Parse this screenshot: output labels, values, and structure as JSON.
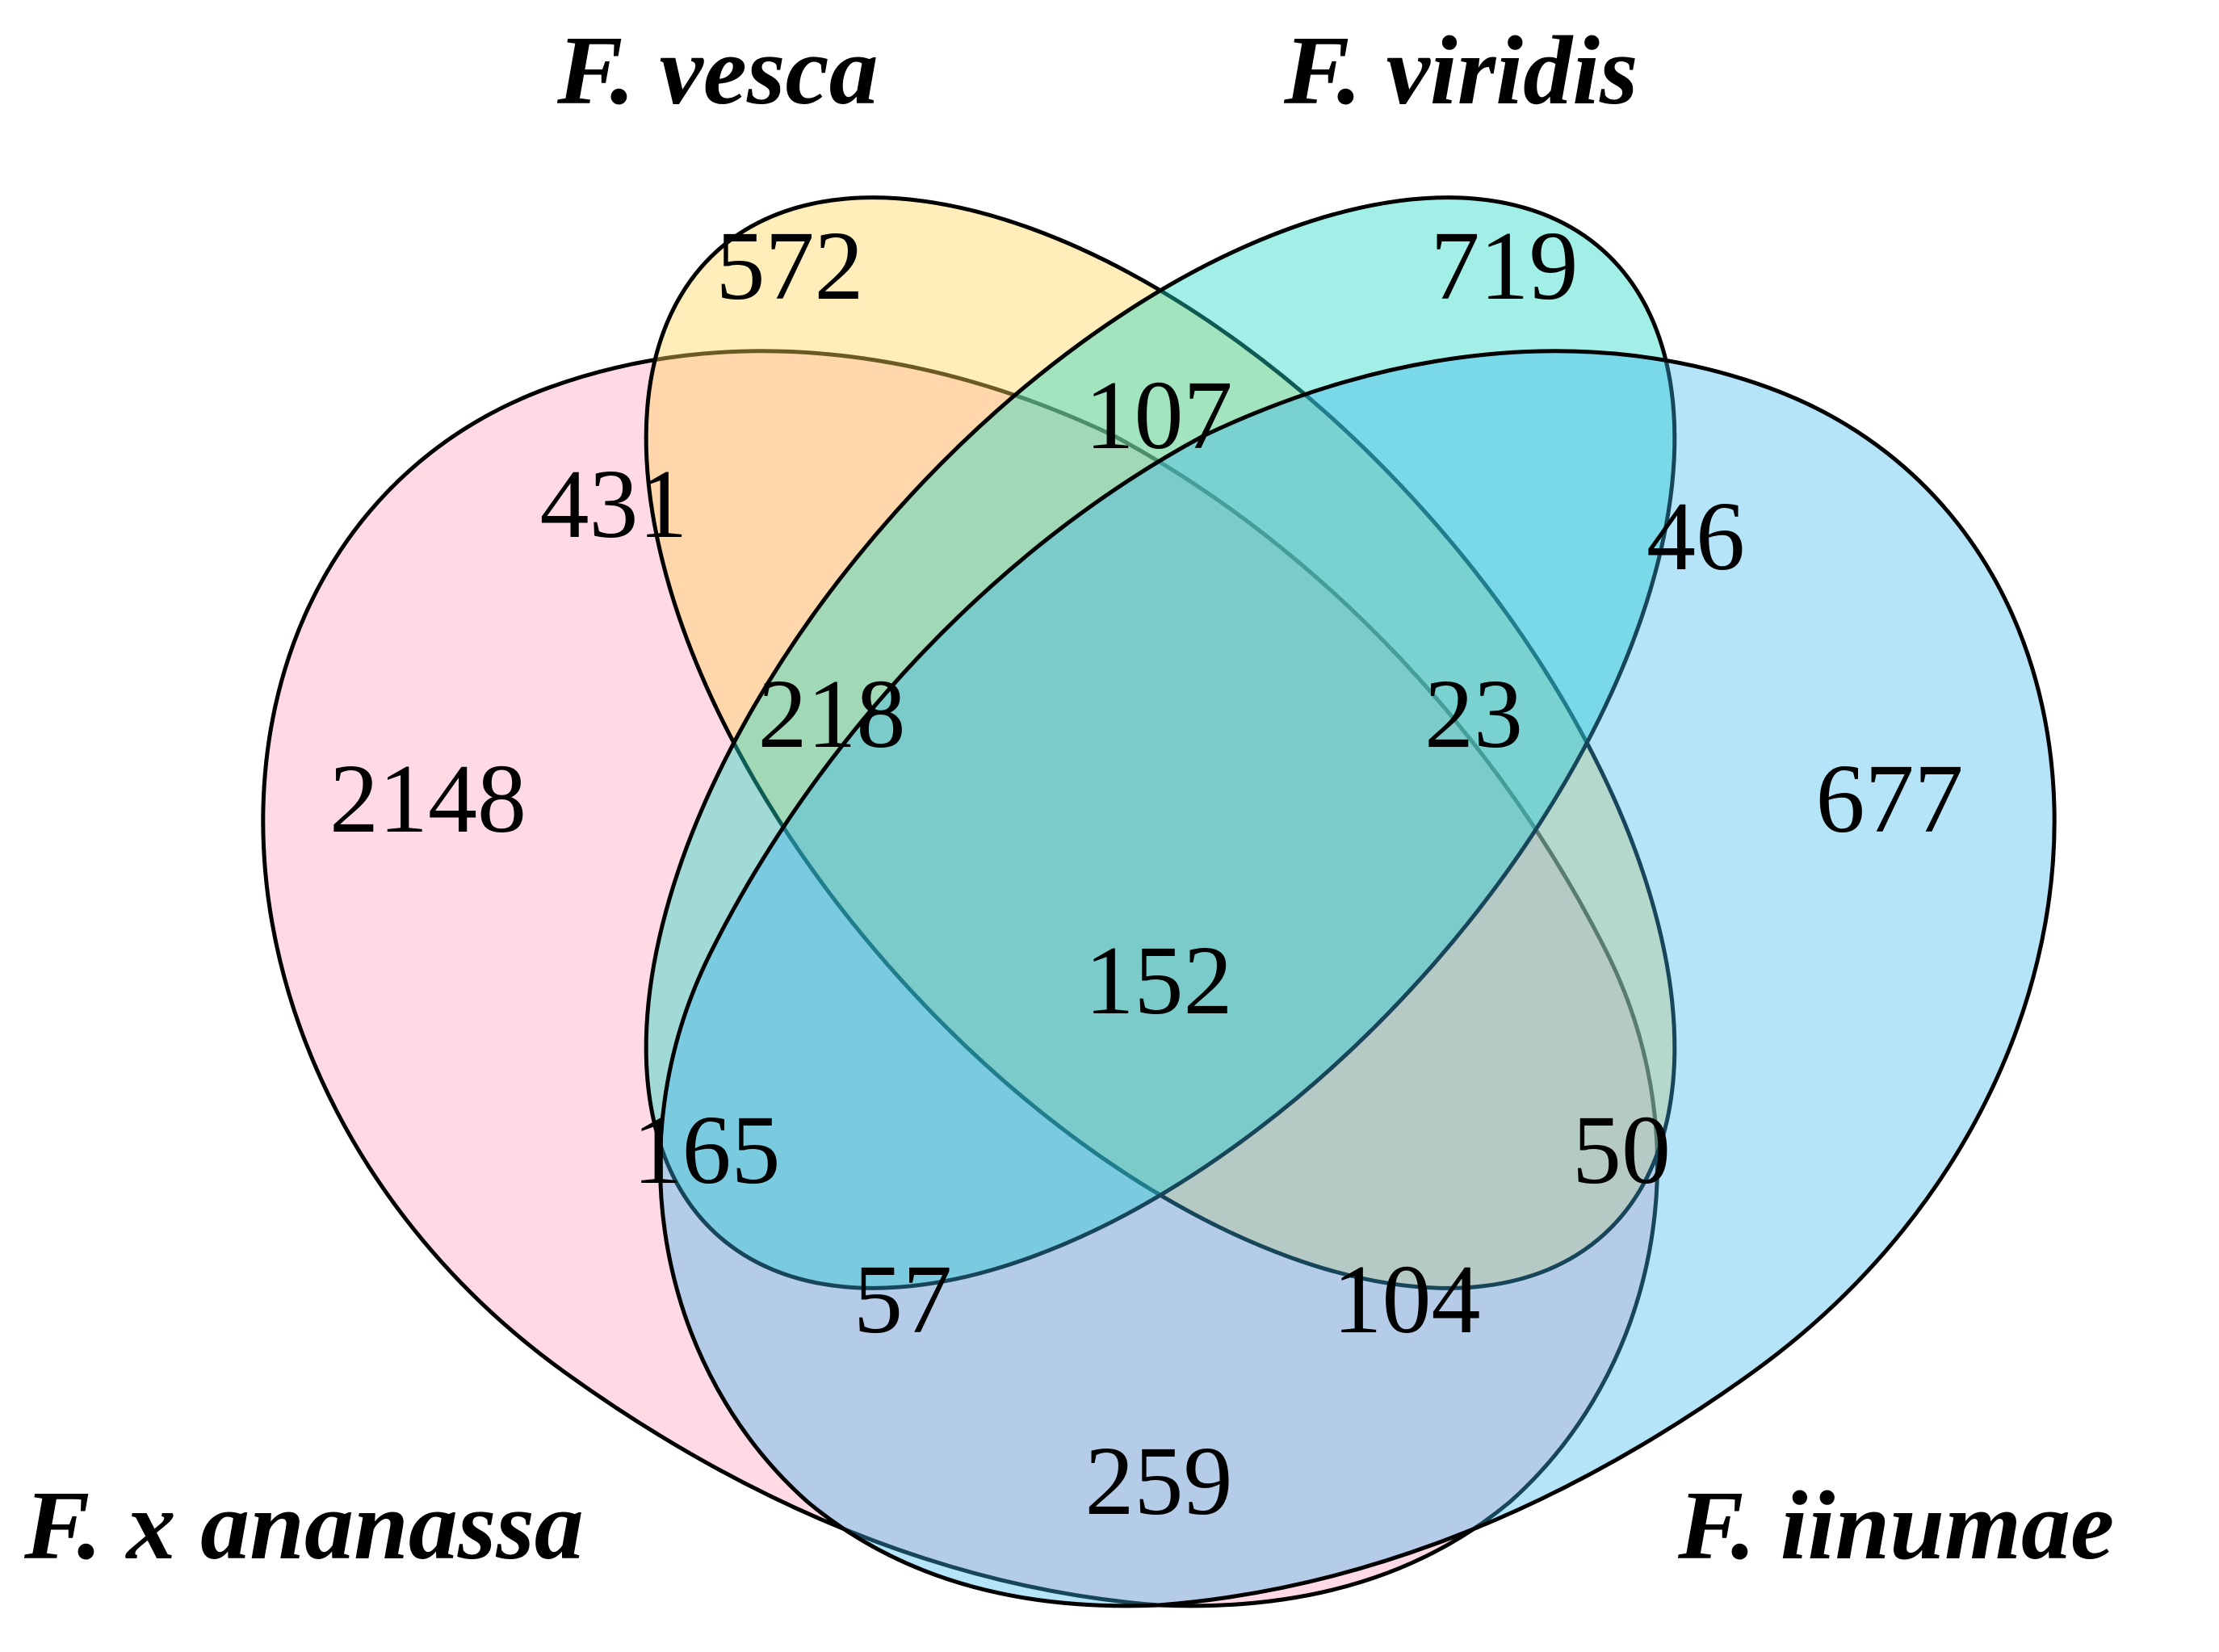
{
  "sets": [
    {
      "key": "ananassa",
      "label": "F. x ananassa",
      "color": "#FF9EBB"
    },
    {
      "key": "vesca",
      "label": "F. vesca",
      "color": "#FFD45A"
    },
    {
      "key": "viridis",
      "label": "F. viridis",
      "color": "#1ED9C4"
    },
    {
      "key": "iinumae",
      "label": "F. iinumae",
      "color": "#3CB6EC"
    }
  ],
  "regions": {
    "ananassa_only": "2148",
    "vesca_only": "572",
    "viridis_only": "719",
    "iinumae_only": "677",
    "ananassa_vesca": "431",
    "vesca_viridis": "107",
    "viridis_iinumae": "46",
    "ananassa_iinumae": "259",
    "ananassa_vesca_viridis": "218",
    "vesca_viridis_iinumae": "23",
    "ananassa_viridis": "165",
    "vesca_iinumae": "50",
    "ananassa_viridis_iinumae": "57",
    "ananassa_vesca_iinumae": "104",
    "all_four": "152"
  }
}
